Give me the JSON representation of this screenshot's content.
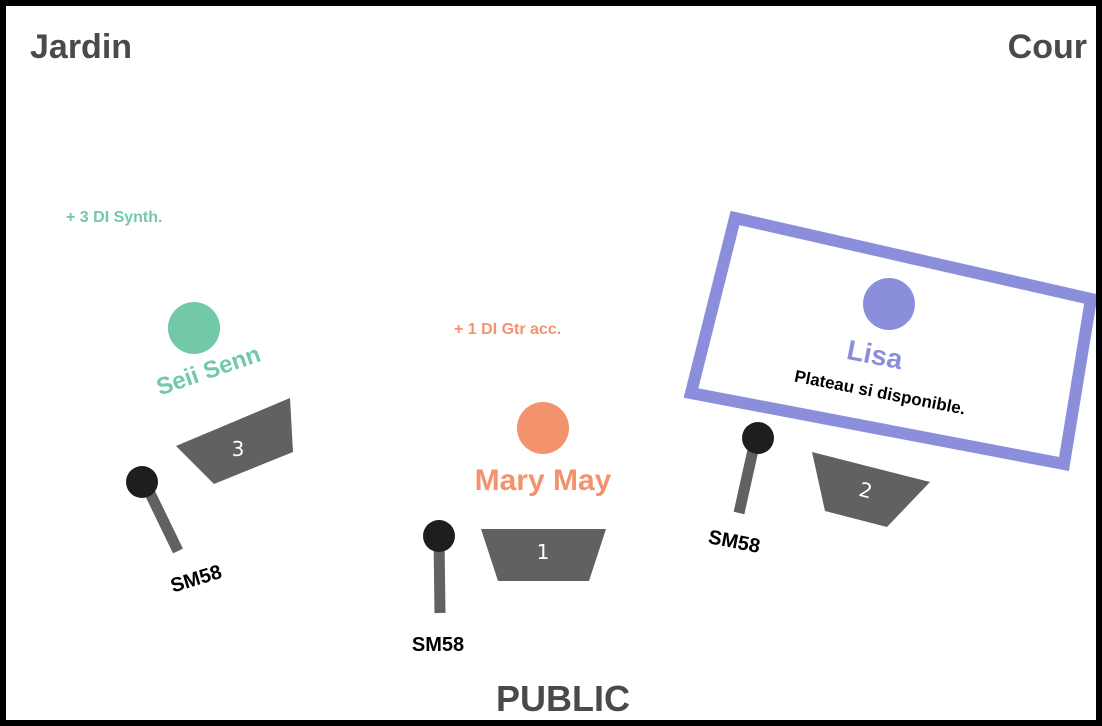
{
  "corners": {
    "left": "Jardin",
    "right": "Cour"
  },
  "audience_label": "PUBLIC",
  "colors": {
    "border": "#000000",
    "corner_text": "#4a4a4a",
    "seii": "#72c9a7",
    "mary": "#f3936e",
    "lisa": "#8b8fdb",
    "monitor": "#616161",
    "monitor_text": "#ffffff",
    "mic_head": "#1e1e1e",
    "mic_body": "#616161",
    "mic_text": "#000000"
  },
  "musicians": {
    "seii": {
      "name": "Seii Senn",
      "note": "+ 3 DI Synth."
    },
    "mary": {
      "name": "Mary May",
      "note": "+ 1 DI Gtr acc."
    },
    "lisa": {
      "name": "Lisa",
      "note": "Plateau si disponible."
    }
  },
  "monitors": {
    "seii": "3",
    "mary": "1",
    "lisa": "2"
  },
  "microphones": {
    "seii": "SM58",
    "mary": "SM58",
    "lisa": "SM58"
  }
}
